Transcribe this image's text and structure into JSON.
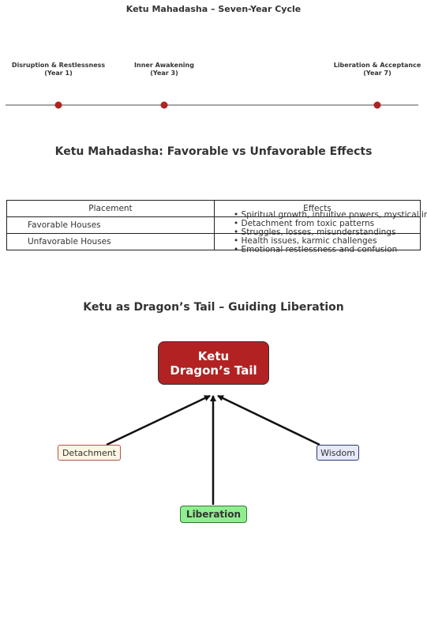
{
  "timeline": {
    "title": "Ketu Mahadasha – Seven-Year Cycle",
    "milestones": [
      {
        "label": "Disruption & Restlessness",
        "sub": "(Year 1)"
      },
      {
        "label": "Inner Awakening",
        "sub": "(Year 3)"
      },
      {
        "label": "Liberation & Acceptance",
        "sub": "(Year 7)"
      }
    ],
    "dot_color": "#b22222",
    "line_color": "#888888"
  },
  "effects": {
    "title": "Ketu Mahadasha: Favorable vs Unfavorable Effects",
    "headers": [
      "Placement",
      "Effects"
    ],
    "rows": [
      {
        "placement": "Favorable Houses",
        "effects": [
          "• Spiritual growth, intuitive powers, mystical insights",
          "• Detachment from toxic patterns"
        ]
      },
      {
        "placement": "Unfavorable Houses",
        "effects": [
          "• Struggles, losses, misunderstandings",
          "• Health issues, karmic challenges",
          "• Emotional restlessness and confusion"
        ]
      }
    ]
  },
  "diagram": {
    "title": "Ketu as Dragon’s Tail – Guiding Liberation",
    "center": {
      "line1": "Ketu",
      "line2": "Dragon’s Tail",
      "color": "#b22222"
    },
    "nodes": {
      "detachment": "Detachment",
      "wisdom": "Wisdom",
      "liberation": "Liberation"
    }
  }
}
